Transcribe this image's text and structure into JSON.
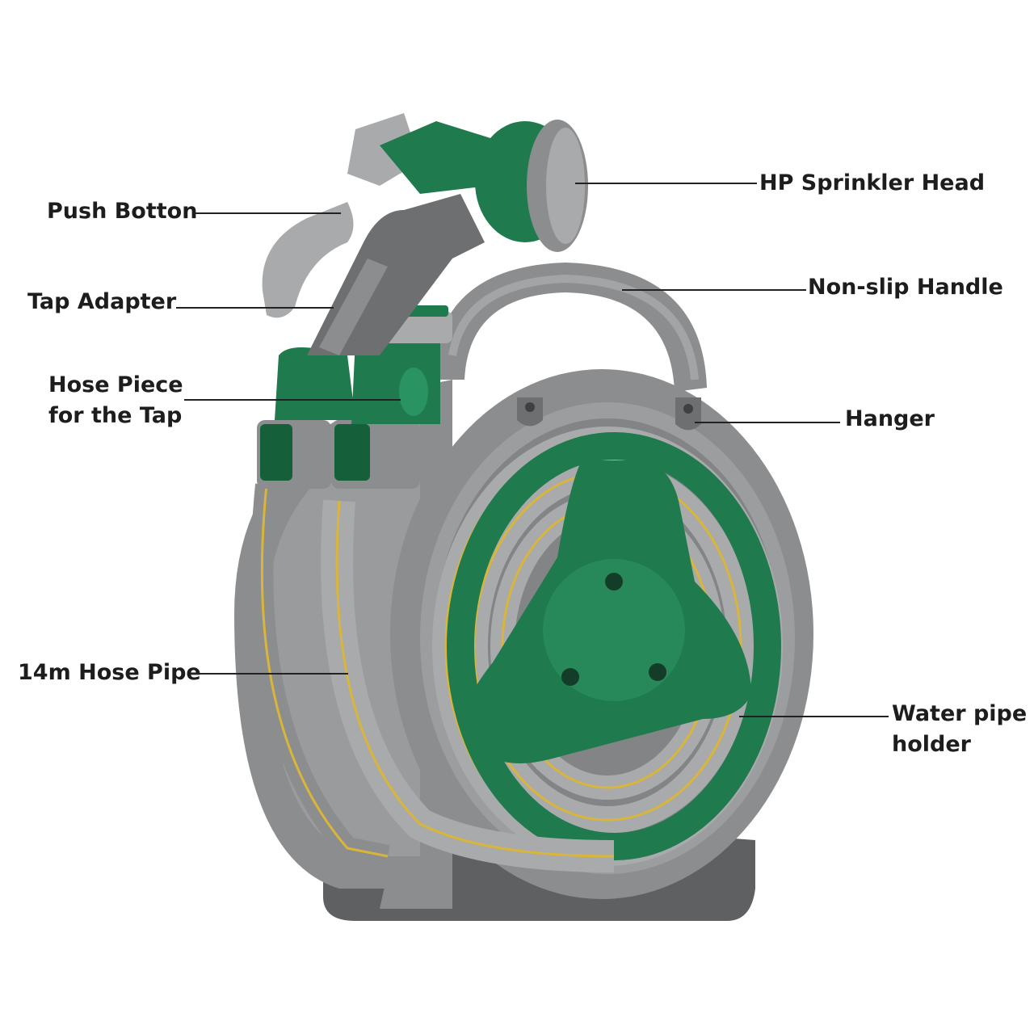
{
  "labels": {
    "push_button": "Push Botton",
    "tap_adapter": "Tap Adapter",
    "hose_piece": "Hose Piece\nfor the Tap",
    "hose_pipe": "14m Hose Pipe",
    "sprinkler_head": "HP Sprinkler Head",
    "handle": "Non-slip Handle",
    "hanger": "Hanger",
    "pipe_holder": "Water pipe\nholder"
  },
  "colors": {
    "green": "#1f7a4d",
    "green_dark": "#15603b",
    "grey": "#8c8d8f",
    "grey_light": "#a9aaac",
    "grey_dark": "#5f6062",
    "yellow_stripe": "#d9b53a"
  }
}
